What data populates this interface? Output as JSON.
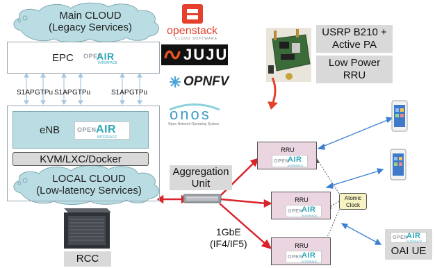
{
  "main_cloud": {
    "line1": "Main CLOUD",
    "line2": "(Legacy Services)"
  },
  "epc": {
    "label": "EPC"
  },
  "enb": {
    "label": "eNB"
  },
  "kvm": {
    "label": "KVM/LXC/Docker"
  },
  "local_cloud": {
    "line1": "LOCAL CLOUD",
    "line2": "(Low-latency Services)"
  },
  "interfaces": [
    "S1AP",
    "GTPu",
    "S1AP",
    "GTPu",
    "S1AP",
    "GTPu"
  ],
  "oai_logo": {
    "open": "OPEN",
    "air": "AIR",
    "interface": "INTERFACE"
  },
  "logos": {
    "openstack_name": "openstack",
    "openstack_tag": "CLOUD SOFTWARE",
    "juju": "JUJU",
    "opnfv": "OPNFV",
    "onos": "onos",
    "onos_tag": "Open Network Operating System"
  },
  "usrp": {
    "line1": "USRP B210 +",
    "line2": "Active PA"
  },
  "low_power_rru": {
    "line1": "Low Power",
    "line2": "RRU"
  },
  "aggregation": {
    "line1": "Aggregation",
    "line2": "Unit"
  },
  "rru_label": "RRU",
  "atomic_clock": {
    "line1": "Atomic",
    "line2": "Clock"
  },
  "link": {
    "line1": "1GbE",
    "line2": "(IF4/IF5)"
  },
  "rcc": {
    "label": "RCC"
  },
  "oai_ue": {
    "label": "OAI UE"
  },
  "colors": {
    "cloud": "#b9dde3",
    "enb_fill": "#b9dde3",
    "rru_fill": "#ead5e1",
    "gray_box": "#d9d9d9",
    "red_link": "#d9222a",
    "blue_arrow": "#3b7fd0",
    "oai_teal": "#2ea8b8"
  }
}
